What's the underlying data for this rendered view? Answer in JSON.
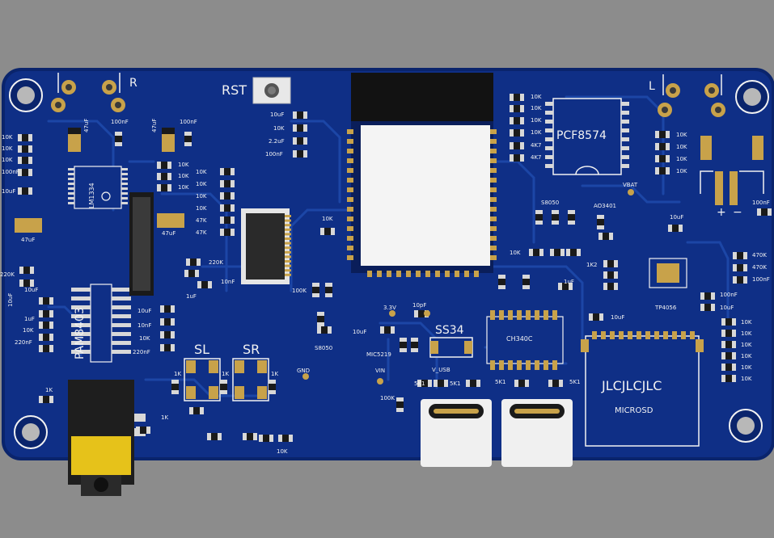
{
  "board": {
    "colors": {
      "background": "#8c8c8c",
      "board": "#0f2f86",
      "board_dark": "#0a246c",
      "trace": "#1c46a6",
      "pad_gold": "#c8a24a",
      "pad_silver": "#d8d8d8",
      "component_black": "#1a1a1a",
      "silk": "#f2f2f2",
      "jack_yellow": "#e6c21a"
    },
    "labels": {
      "rst": "RST",
      "right_channel": "R",
      "left_channel": "L",
      "pcf": "PCF8574",
      "amp": "PAM8403",
      "ss34": "SS34",
      "jlc": "JLCJLCJLC",
      "microsd": "MICROSD",
      "sl": "SL",
      "sr": "SR",
      "ch340": "CH340C",
      "tp4056": "TP4056",
      "ao3401": "AO3401",
      "s8050_a": "S8050",
      "s8050_b": "S8050",
      "v_usb": "V_USB",
      "vin": "VIN",
      "gnd": "GND",
      "v33": "3.3V",
      "mic5219": "MIC5219",
      "vbat": "VBAT",
      "plus": "+",
      "minus": "−",
      "lm": "LM1334"
    },
    "values_left": [
      "10K",
      "10K",
      "10K",
      "100nF",
      "10uF"
    ],
    "values_center": [
      "10uF",
      "10K",
      "2.2uF",
      "100nF"
    ],
    "values_pcf_left": [
      "10K",
      "10K",
      "10K",
      "10K",
      "4K7",
      "4K7"
    ],
    "values_pcf_right": [
      "10K",
      "10K",
      "10K",
      "10K"
    ],
    "values_right_bottom": [
      "10K",
      "10K",
      "10K",
      "10K",
      "10K",
      "10K"
    ],
    "values_tp": [
      "470K",
      "470K",
      "100nF"
    ],
    "values_mid_left": [
      "10K",
      "10K",
      "10K"
    ],
    "values_mid_col": [
      "10K",
      "10K",
      "10K",
      "10K",
      "47K",
      "47K"
    ],
    "values_amp_left": [
      "10uF",
      "1uF",
      "10K",
      "220nF"
    ],
    "values_amp_right": [
      "10uF",
      "10nF",
      "10K",
      "220nF"
    ],
    "misc": {
      "cap_100nf_a": "100nF",
      "cap_100nf_b": "100nF",
      "cap_47uf_a": "47uF",
      "cap_47uf_b": "47uF",
      "cap_47uf_c": "47uF",
      "cap_47uf_d": "47uF",
      "r_220k": "220K",
      "r_220k_b": "220K",
      "c_1uf": "1uF",
      "c_10nf": "10nF",
      "c_10uf_l": "10uF",
      "r_10k_fpc": "10K",
      "r_100k": "100K",
      "r_1k_a": "1K",
      "r_1k_b": "1K",
      "r_1k_c": "1K",
      "r_1k_d": "1K",
      "r_1k_e": "1K",
      "r_10k_bt": "10K",
      "r_1k2": "1K2",
      "r_5k1_a": "5K1",
      "r_5k1_b": "5K1",
      "r_5k1_c": "5K1",
      "r_5k1_d": "5K1",
      "c_10uf_ch": "10uF",
      "c_10uf_vb": "10uF",
      "c_100nf_vb": "100nF",
      "c_100nf_r": "100nF",
      "c_10uf_r": "10uF",
      "c_10uf_mic": "10uF",
      "c_10pf": "10pF",
      "r_10k_fr": "10K",
      "c_1uf_r": "1uF",
      "r_100k_b": "100K"
    }
  }
}
